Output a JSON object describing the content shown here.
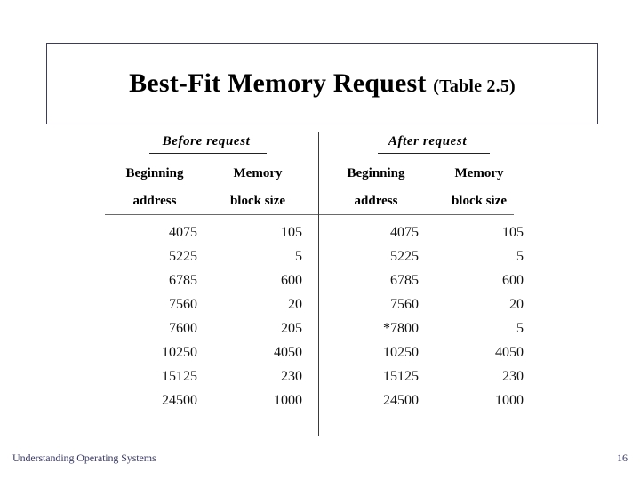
{
  "slide": {
    "title_main": "Best-Fit Memory Request",
    "title_sub": "(Table 2.5)"
  },
  "table": {
    "column_headers": {
      "beginning_address_line1": "Beginning",
      "beginning_address_line2": "address",
      "memory_block_size_line1": "Memory",
      "memory_block_size_line2": "block size"
    },
    "before": {
      "section_label": "Before  request",
      "rows": [
        {
          "beginning_address": "4075",
          "memory_block_size": "105"
        },
        {
          "beginning_address": "5225",
          "memory_block_size": "5"
        },
        {
          "beginning_address": "6785",
          "memory_block_size": "600"
        },
        {
          "beginning_address": "7560",
          "memory_block_size": "20"
        },
        {
          "beginning_address": "7600",
          "memory_block_size": "205"
        },
        {
          "beginning_address": "10250",
          "memory_block_size": "4050"
        },
        {
          "beginning_address": "15125",
          "memory_block_size": "230"
        },
        {
          "beginning_address": "24500",
          "memory_block_size": "1000"
        }
      ]
    },
    "after": {
      "section_label": "After  request",
      "rows": [
        {
          "beginning_address": "4075",
          "memory_block_size": "105"
        },
        {
          "beginning_address": "5225",
          "memory_block_size": "5"
        },
        {
          "beginning_address": "6785",
          "memory_block_size": "600"
        },
        {
          "beginning_address": "7560",
          "memory_block_size": "20"
        },
        {
          "beginning_address": "*7800",
          "memory_block_size": "5"
        },
        {
          "beginning_address": "10250",
          "memory_block_size": "4050"
        },
        {
          "beginning_address": "15125",
          "memory_block_size": "230"
        },
        {
          "beginning_address": "24500",
          "memory_block_size": "1000"
        }
      ]
    }
  },
  "footer": {
    "book_title": "Understanding Operating Systems",
    "page_number": "16"
  },
  "colors": {
    "title_border": "#3b3b5c",
    "text": "#000000",
    "footer_text": "#3a3a68",
    "rule": "#6a6a6a"
  }
}
